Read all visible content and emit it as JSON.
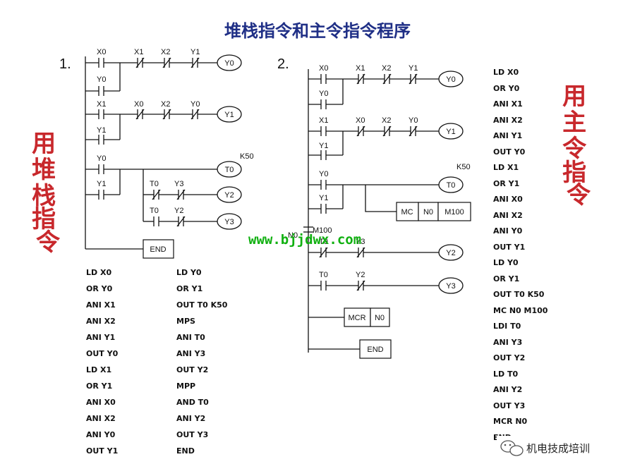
{
  "title": "堆栈指令和主令指令程序",
  "side_left": "用堆栈指令",
  "side_right": "用主令指令",
  "watermark": "www.bjjdwx.com",
  "brand": "机电技成培训",
  "d1": {
    "number": "1.",
    "labels": {
      "c_x0": "X0",
      "c_x1": "X1",
      "c_x2": "X2",
      "c_y1": "Y1",
      "c_y0b": "Y0",
      "r2_x1": "X1",
      "r2_x0": "X0",
      "r2_x2": "X2",
      "r2_y0": "Y0",
      "r2_y1b": "Y1",
      "r3_y0": "Y0",
      "r3_y1": "Y1",
      "r3_t0a": "T0",
      "r3_y3": "Y3",
      "r3_t0b": "T0",
      "r3_y2": "Y2",
      "k50": "K50"
    },
    "coils": {
      "y0": "Y0",
      "y1": "Y1",
      "t0": "T0",
      "y2": "Y2",
      "y3": "Y3"
    },
    "end": "END",
    "list_a": [
      "LD  X0",
      "OR  Y0",
      "ANI  X1",
      "ANI  X2",
      "ANI  Y1",
      "OUT  Y0",
      "LD  X1",
      "OR  Y1",
      "ANI  X0",
      "ANI  X2",
      "ANI  Y0",
      "OUT  Y1"
    ],
    "list_b": [
      "LD  Y0",
      "OR  Y1",
      "OUT  T0  K50",
      "MPS",
      "ANI  T0",
      "ANI  Y3",
      "OUT  Y2",
      "MPP",
      "AND  T0",
      "ANI  Y2",
      "OUT  Y3",
      "END"
    ]
  },
  "d2": {
    "number": "2.",
    "labels": {
      "c_x0": "X0",
      "c_x1": "X1",
      "c_x2": "X2",
      "c_y1": "Y1",
      "c_y0b": "Y0",
      "r2_x1": "X1",
      "r2_x0": "X0",
      "r2_x2": "X2",
      "r2_y0": "Y0",
      "r2_y1b": "Y1",
      "r3_y0": "Y0",
      "r3_y1": "Y1",
      "k50": "K50",
      "n0": "N0",
      "m100": "M100",
      "r4_t0": "T0",
      "r4_y3": "Y3",
      "r5_t0": "T0",
      "r5_y2": "Y2"
    },
    "coils": {
      "y0": "Y0",
      "y1": "Y1",
      "t0": "T0",
      "y2": "Y2",
      "y3": "Y3"
    },
    "mc": [
      "MC",
      "N0",
      "M100"
    ],
    "mcr": [
      "MCR",
      "N0"
    ],
    "end": "END",
    "list": [
      "LD  X0",
      "OR  Y0",
      "ANI  X1",
      "ANI  X2",
      "ANI  Y1",
      "OUT  Y0",
      "LD  X1",
      "OR  Y1",
      "ANI  X0",
      "ANI  X2",
      "ANI  Y0",
      "OUT  Y1",
      "LD  Y0",
      "OR  Y1",
      "OUT  T0  K50",
      "MC  N0  M100",
      "LDI  T0",
      "ANI  Y3",
      "OUT  Y2",
      "LD  T0",
      "ANI  Y2",
      "OUT  Y3",
      "MCR  N0",
      "END"
    ]
  }
}
